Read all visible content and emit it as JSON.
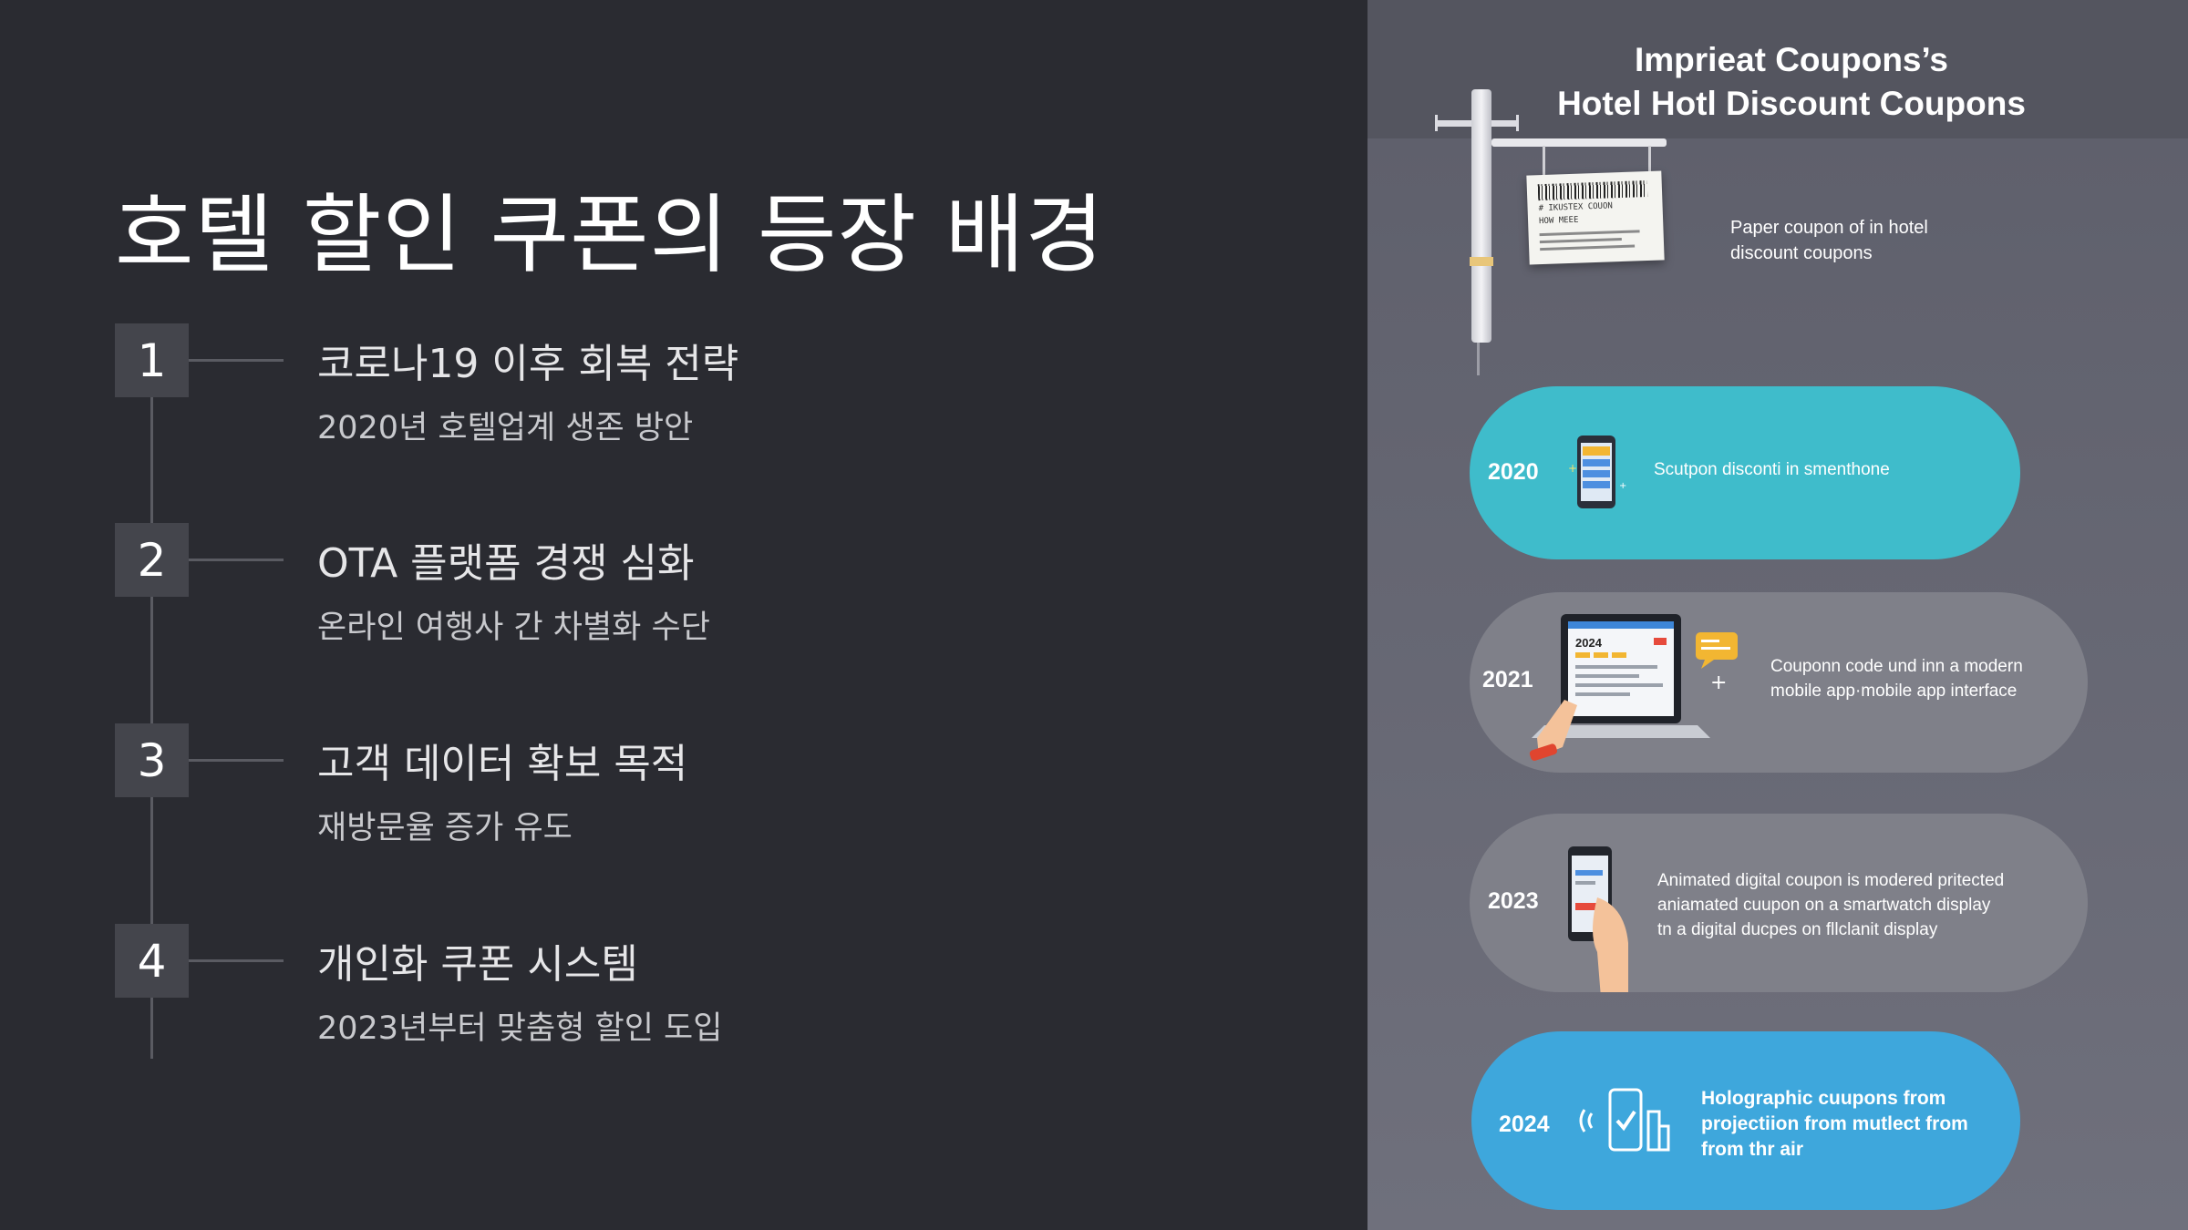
{
  "left": {
    "title": "호텔 할인 쿠폰의 등장 배경",
    "steps": [
      {
        "number": "1",
        "title": "코로나19 이후 회복 전략",
        "subtitle": "2020년 호텔업계 생존 방안"
      },
      {
        "number": "2",
        "title": "OTA 플랫폼 경쟁 심화",
        "subtitle": "온라인 여행사 간 차별화 수단"
      },
      {
        "number": "3",
        "title": "고객 데이터 확보 목적",
        "subtitle": "재방문율 증가 유도"
      },
      {
        "number": "4",
        "title": "개인화 쿠폰 시스템",
        "subtitle": "2023년부터 맞춤형 할인 도입"
      }
    ]
  },
  "right": {
    "title_line1": "Imprieat Coupons’s",
    "title_line2": "Hotel Hotl Discount Coupons",
    "paper_coupon": {
      "code_line1": "# IKUSTEX COUON",
      "code_line2": "HOW   MEEE",
      "caption_line1": "Paper coupon of in hotel",
      "caption_line2": "discount coupons"
    },
    "timeline": [
      {
        "year": "2020",
        "text": [
          "Scutpon disconti in smenthone"
        ],
        "color": "#3fbccb"
      },
      {
        "year": "2021",
        "text": [
          "Couponn code und inn a modern",
          "mobile app·mobile app interface"
        ],
        "color": "#7f8089"
      },
      {
        "year": "2023",
        "text": [
          "Animated digital coupon is modered pritected",
          "aniamated cuupon on a smartwatch display",
          "tn a digital ducpes on fllclanit display"
        ],
        "color": "#7f8089"
      },
      {
        "year": "2024",
        "text": [
          "Holographic cuupons from",
          "projectiion from mutlect from",
          "from thr air"
        ],
        "color": "#3ea7dc"
      }
    ],
    "laptop_screen_year": "2024"
  }
}
